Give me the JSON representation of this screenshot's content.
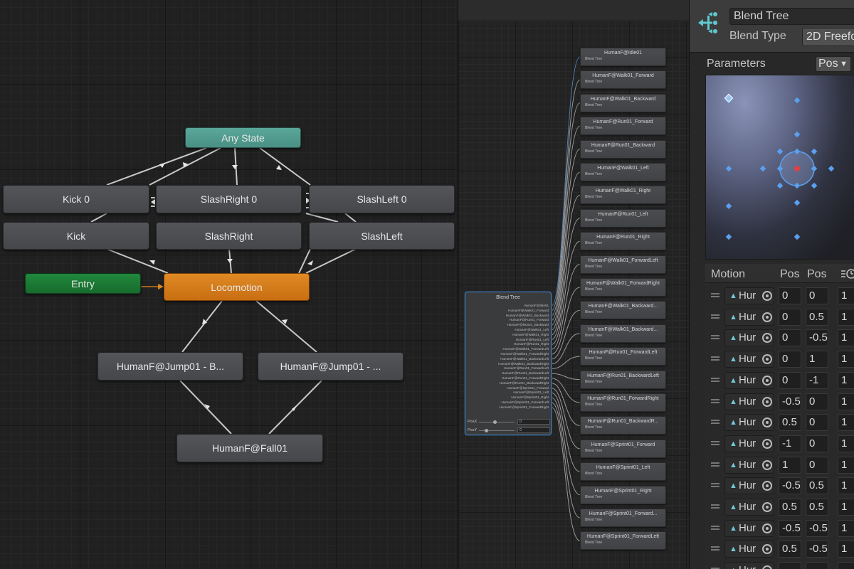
{
  "left_graph": {
    "states": {
      "any_state": "Any State",
      "kick0": "Kick 0",
      "slashright0": "SlashRight 0",
      "slashleft0": "SlashLeft 0",
      "kick": "Kick",
      "slashright": "SlashRight",
      "slashleft": "SlashLeft",
      "entry": "Entry",
      "locomotion": "Locomotion",
      "jump_b": "HumanF@Jump01 - B...",
      "jump_2": "HumanF@Jump01 - ...",
      "fall": "HumanF@Fall01"
    }
  },
  "blend_tree_node": {
    "title": "Blend Tree",
    "inputs": [
      "HumanF@Idle01",
      "HumanF@Walk01_Forward",
      "HumanF@Walk01_Backward",
      "HumanF@Run01_Forward",
      "HumanF@Run01_Backward",
      "HumanF@Walk01_Left",
      "HumanF@Walk01_Right",
      "HumanF@Run01_Left",
      "HumanF@Run01_Right",
      "HumanF@Walk01_ForwardLeft",
      "HumanF@Walk01_ForwardRight",
      "HumanF@Walk01_BackwardLeft",
      "HumanF@Walk01_BackwardRight",
      "HumanF@Run01_ForwardLeft",
      "HumanF@Run01_BackwardLeft",
      "HumanF@Run01_ForwardRight",
      "HumanF@Run01_BackwardRight",
      "HumanF@Sprint01_Forward",
      "HumanF@Sprint01_Left",
      "HumanF@Sprint01_Right",
      "HumanF@Sprint01_ForwardLeft",
      "HumanF@Sprint01_ForwardRight"
    ],
    "param_x_label": "PosX",
    "param_y_label": "PosY",
    "param_x_value": "0",
    "param_y_value": "0"
  },
  "clip_nodes": {
    "subtitle": "Blend Tree",
    "names": [
      "HumanF@Idle01",
      "HumanF@Walk01_Forward",
      "HumanF@Walk01_Backward",
      "HumanF@Run01_Forward",
      "HumanF@Run01_Backward",
      "HumanF@Walk01_Left",
      "HumanF@Walk01_Right",
      "HumanF@Run01_Left",
      "HumanF@Run01_Right",
      "HumanF@Walk01_ForwardLeft",
      "HumanF@Walk01_ForwardRight",
      "HumanF@Walk01_Backward...",
      "HumanF@Walk01_Backward...",
      "HumanF@Run01_ForwardLeft",
      "HumanF@Run01_BackwardLeft",
      "HumanF@Run01_ForwardRight",
      "HumanF@Run01_BackwardR...",
      "HumanF@Sprint01_Forward",
      "HumanF@Sprint01_Left",
      "HumanF@Sprint01_Right",
      "HumanF@Sprint01_Forward...",
      "HumanF@Sprint01_ForwardLeft"
    ]
  },
  "inspector": {
    "icon": "blend-tree-icon",
    "name": "Blend Tree",
    "blend_type_label": "Blend Type",
    "blend_type_value": "2D Freefo",
    "parameters_label": "Parameters",
    "parameters_value": "Pos",
    "motion_header": {
      "motion": "Motion",
      "pos_x": "Pos",
      "pos_y": "Pos",
      "icon": "adjust-time-icon"
    },
    "motions": [
      {
        "name": "Hur",
        "x": "0",
        "y": "0",
        "t": "1"
      },
      {
        "name": "Hur",
        "x": "0",
        "y": "0.5",
        "t": "1"
      },
      {
        "name": "Hur",
        "x": "0",
        "y": "-0.5",
        "t": "1"
      },
      {
        "name": "Hur",
        "x": "0",
        "y": "1",
        "t": "1"
      },
      {
        "name": "Hur",
        "x": "0",
        "y": "-1",
        "t": "1"
      },
      {
        "name": "Hur",
        "x": "-0.5",
        "y": "0",
        "t": "1"
      },
      {
        "name": "Hur",
        "x": "0.5",
        "y": "0",
        "t": "1"
      },
      {
        "name": "Hur",
        "x": "-1",
        "y": "0",
        "t": "1"
      },
      {
        "name": "Hur",
        "x": "1",
        "y": "0",
        "t": "1"
      },
      {
        "name": "Hur",
        "x": "-0.5",
        "y": "0.5",
        "t": "1"
      },
      {
        "name": "Hur",
        "x": "0.5",
        "y": "0.5",
        "t": "1"
      },
      {
        "name": "Hur",
        "x": "-0.5",
        "y": "-0.5",
        "t": "1"
      },
      {
        "name": "Hur",
        "x": "0.5",
        "y": "-0.5",
        "t": "1"
      },
      {
        "name": "Hur",
        "x": "",
        "y": "",
        "t": ""
      }
    ]
  },
  "colors": {
    "any_state": "#5aa89a",
    "entry": "#21883c",
    "locomotion": "#e08a25",
    "selection": "#4f7fb0",
    "motion_point": "#5aa0f0",
    "current_point": "#e04040"
  }
}
